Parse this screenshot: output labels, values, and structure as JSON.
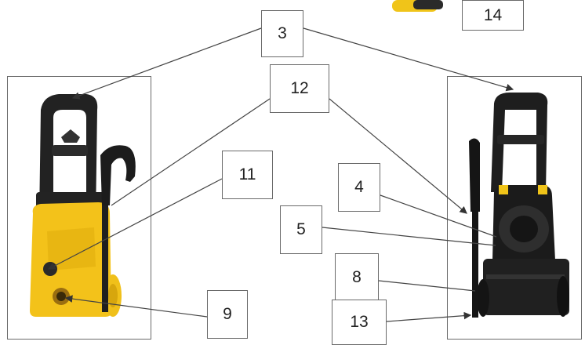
{
  "callouts": {
    "c3": "3",
    "c4": "4",
    "c5": "5",
    "c8": "8",
    "c9": "9",
    "c11": "11",
    "c12": "12",
    "c13": "13",
    "c14": "14"
  },
  "colors": {
    "body_yellow": "#f3c21a",
    "body_black": "#1d1d1d",
    "line": "#555555"
  }
}
